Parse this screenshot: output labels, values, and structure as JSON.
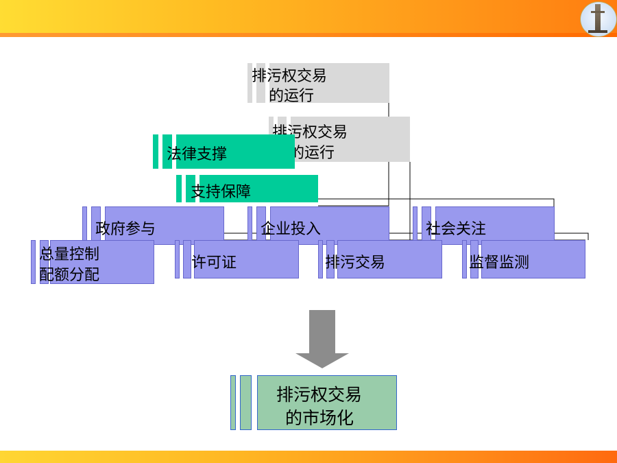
{
  "diagram": {
    "top_node": {
      "line1": "排污权交易",
      "line2": "的运行"
    },
    "top_node_shadow": {
      "line1": "排污权交易",
      "line2": "的运行"
    },
    "legal_support": "法律支撑",
    "support_guarantee": "支持保障",
    "level2": [
      "政府参与",
      "企业投入",
      "社会关注"
    ],
    "level3": [
      {
        "line1": "总量控制",
        "line2": "配额分配"
      },
      {
        "line1": "许可证"
      },
      {
        "line1": "排污交易"
      },
      {
        "line1": "监督监测"
      }
    ],
    "result": {
      "line1": "排污权交易",
      "line2": "的市场化"
    }
  },
  "colors": {
    "gray_box": "#d9d9d9",
    "green_box": "#00cc99",
    "blue_box": "#9999ee",
    "result_box": "#99ccaa",
    "arrow": "#8c8c8c"
  },
  "icons": {
    "logo": "tower-logo-icon"
  }
}
